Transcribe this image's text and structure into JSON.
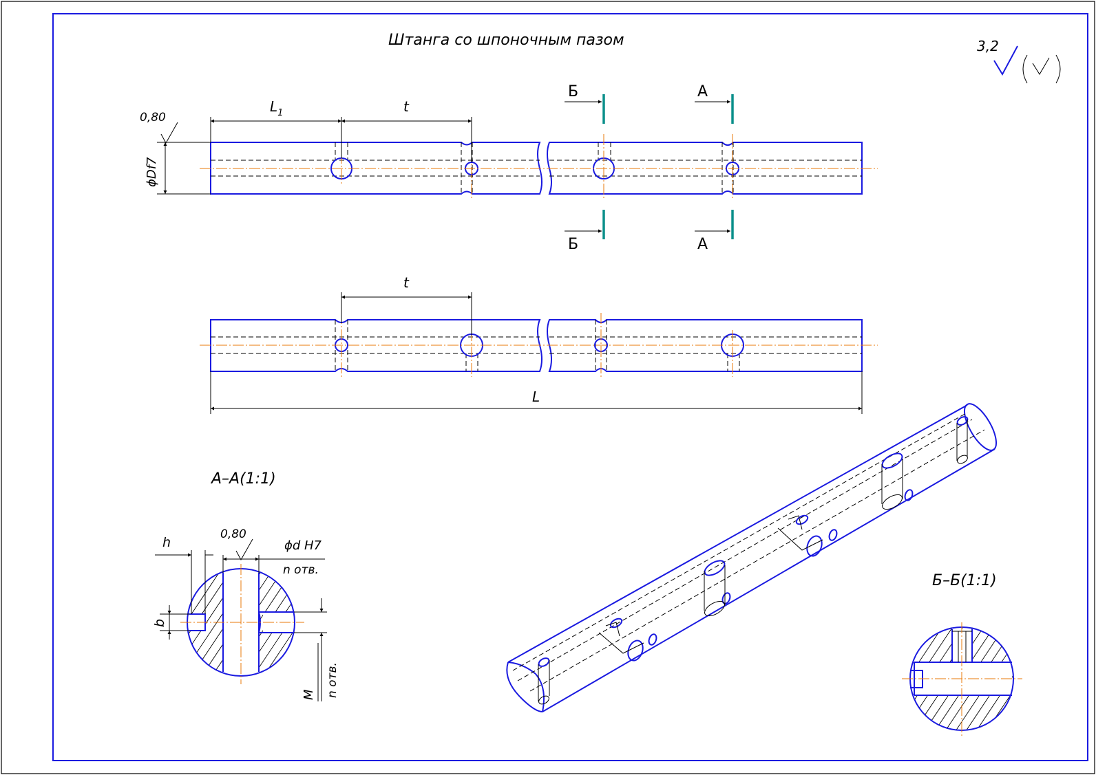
{
  "title": "Штанга со шпоночным пазом",
  "roughness": {
    "general_value": "3,2",
    "surface_top_value": "0,80",
    "surface_bore_value": "0,80"
  },
  "dimensions": {
    "l1": "L",
    "l1_sub": "1",
    "t_top": "t",
    "t_bottom": "t",
    "diameter": "ϕDf7",
    "length": "L",
    "keyway_h": "h",
    "keyway_b": "b",
    "bore": "ϕd H7",
    "bore_count": "n отв.",
    "thread": "M",
    "thread_count": "n отв."
  },
  "sections": {
    "a_a": "А–А(1:1)",
    "b_b": "Б–Б(1:1)",
    "mark_a": "А",
    "mark_b": "Б"
  },
  "colors": {
    "object_line": "#1a1ae0",
    "center_line": "#e8780a",
    "cut_plane": "#0a8f8a",
    "frame": "#1a1ae0"
  }
}
